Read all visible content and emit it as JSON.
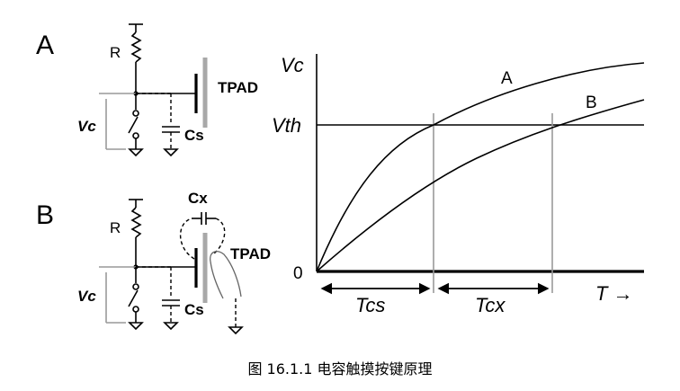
{
  "circuit_a": {
    "label": "A",
    "resistor": "R",
    "pad": "TPAD",
    "voltage": "Vc",
    "cap": "Cs"
  },
  "circuit_b": {
    "label": "B",
    "resistor": "R",
    "pad": "TPAD",
    "voltage": "Vc",
    "cap": "Cs",
    "finger_cap": "Cx"
  },
  "graph": {
    "y_axis": "Vc",
    "x_axis": "T →",
    "origin": "0",
    "threshold": "Vth",
    "curve_a": "A",
    "curve_b": "B",
    "interval_1": "Tcs",
    "interval_2": "Tcx"
  },
  "caption": "图 16.1.1  电容触摸按键原理",
  "colors": {
    "lines": "#000000",
    "gray": "#999999",
    "pad": "#a8a8a8"
  }
}
